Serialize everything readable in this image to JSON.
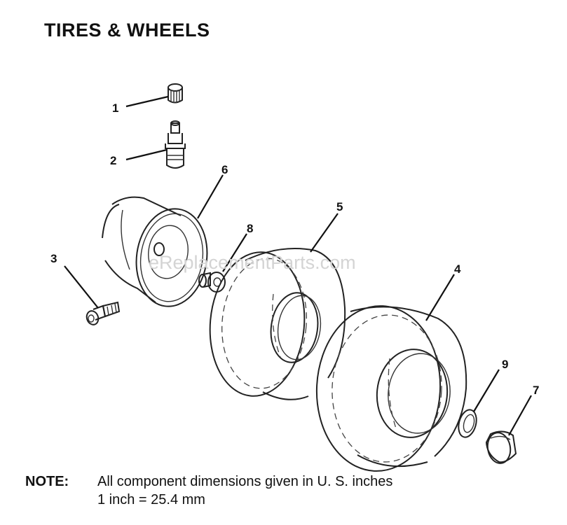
{
  "title": "TIRES & WHEELS",
  "note": {
    "label": "NOTE:",
    "line1": "All component dimensions given in U. S. inches",
    "line2": "1 inch = 25.4 mm"
  },
  "watermark": "eReplacementParts.com",
  "callouts": {
    "c1": "1",
    "c2": "2",
    "c3": "3",
    "c4": "4",
    "c5": "5",
    "c6": "6",
    "c7": "7",
    "c8": "8",
    "c9": "9"
  }
}
